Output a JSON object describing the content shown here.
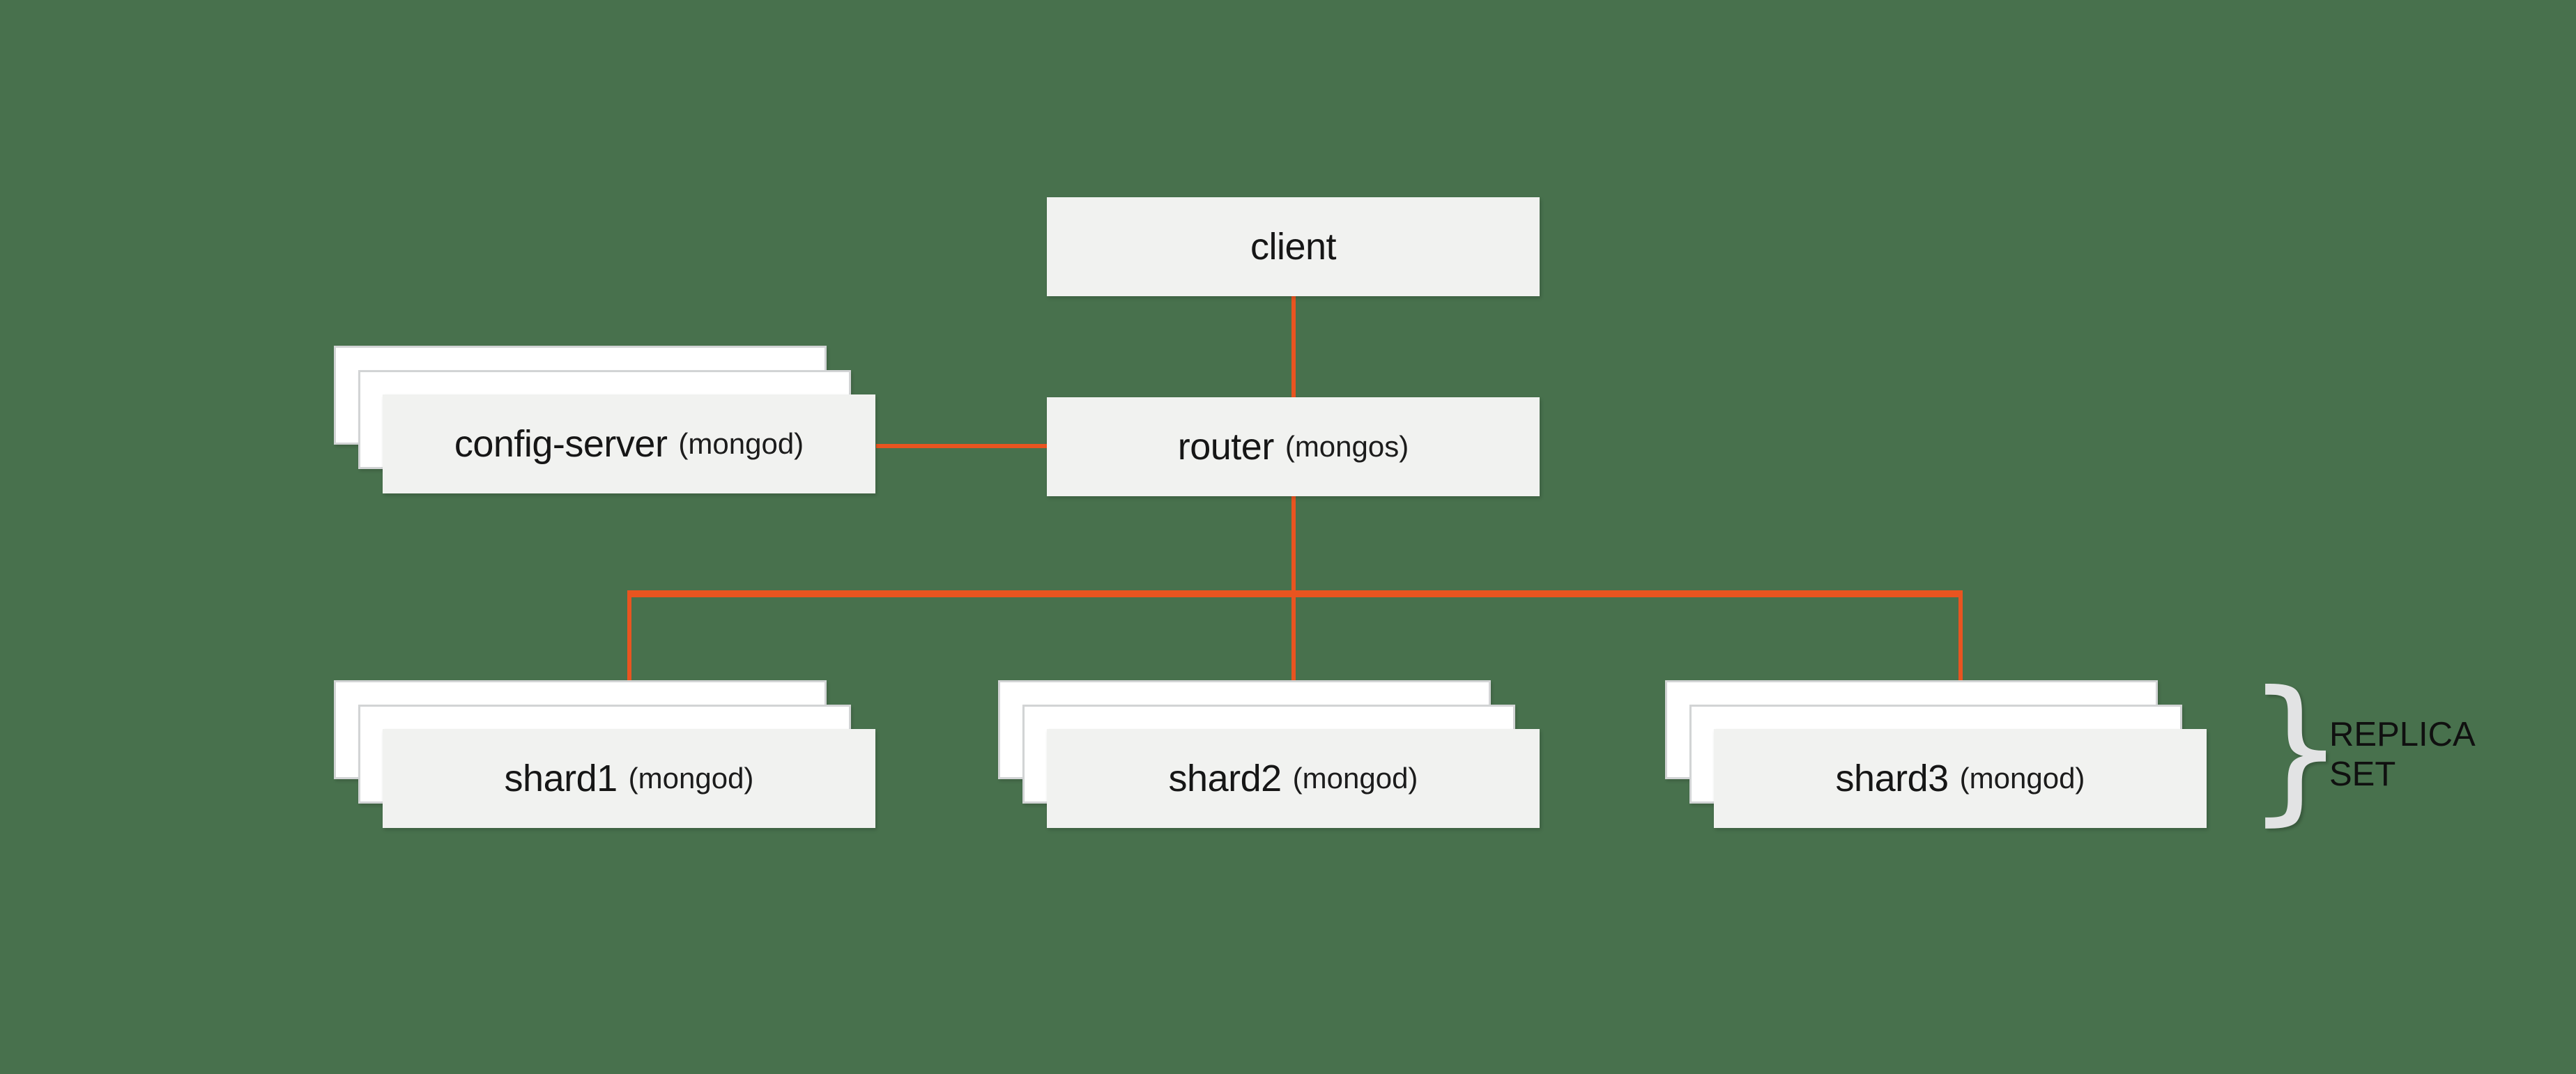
{
  "diagram": {
    "background_color": "#48714d",
    "connector_color": "#e95420",
    "box_fill_color": "#f1f2f0",
    "sheet_fill_color": "#ffffff",
    "sheet_border_color": "#d2d4d5",
    "text_color": "#161616",
    "brace_color": "#e2e3e4"
  },
  "nodes": {
    "client": {
      "label": "client"
    },
    "router": {
      "label": "router",
      "sublabel": "(mongos)"
    },
    "config": {
      "label": "config-server",
      "sublabel": "(mongod)"
    },
    "shard1": {
      "label": "shard1",
      "sublabel": "(mongod)"
    },
    "shard2": {
      "label": "shard2",
      "sublabel": "(mongod)"
    },
    "shard3": {
      "label": "shard3",
      "sublabel": "(mongod)"
    }
  },
  "edges": [
    {
      "from": "client",
      "to": "router"
    },
    {
      "from": "config",
      "to": "router"
    },
    {
      "from": "router",
      "to": "shard1"
    },
    {
      "from": "router",
      "to": "shard2"
    },
    {
      "from": "router",
      "to": "shard3"
    }
  ],
  "annotation": {
    "brace": "}",
    "line1": "REPLICA",
    "line2": "SET"
  }
}
